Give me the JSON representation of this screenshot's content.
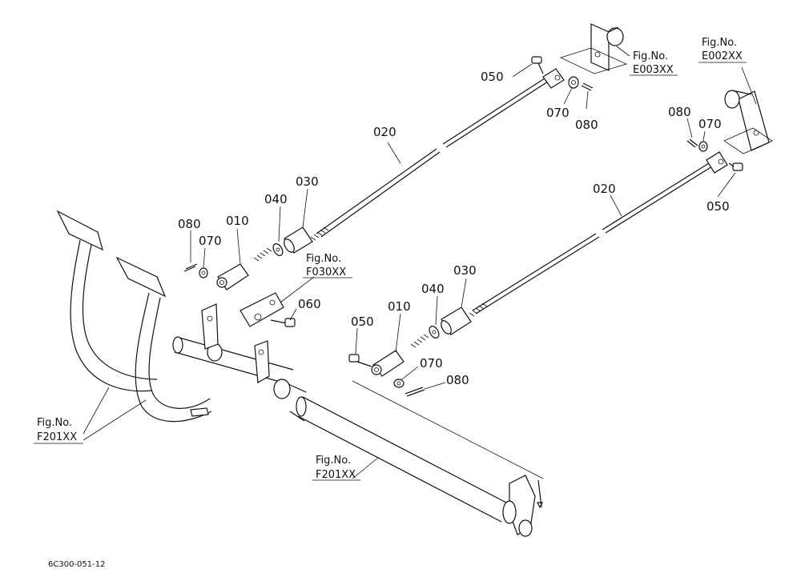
{
  "parts": {
    "rod_upper": "020",
    "rod_lower": "020",
    "turnbuckle_upper": "030",
    "turnbuckle_lower": "030",
    "nut_upper": "040",
    "nut_lower": "040",
    "clevis_upper": "010",
    "clevis_lower": "010",
    "pin_upper_left": "050",
    "pin_upper_right": "050",
    "pin_lower": "050",
    "pin_link": "060",
    "washer_upper_left": "070",
    "washer_upper_right_a": "070",
    "washer_upper_right_b": "070",
    "washer_lower": "070",
    "cotter_upper_left": "080",
    "cotter_upper_right_a": "080",
    "cotter_upper_right_b": "080",
    "cotter_lower": "080"
  },
  "refs": {
    "e003_title": "Fig.No.",
    "e003_code": "E003XX",
    "e002_title": "Fig.No.",
    "e002_code": "E002XX",
    "f030_title": "Fig.No.",
    "f030_code": "F030XX",
    "f201_left_title": "Fig.No.",
    "f201_left_code": "F201XX",
    "f201_mid_title": "Fig.No.",
    "f201_mid_code": "F201XX"
  },
  "footer": {
    "drawing_number": "6C300-051-12"
  }
}
